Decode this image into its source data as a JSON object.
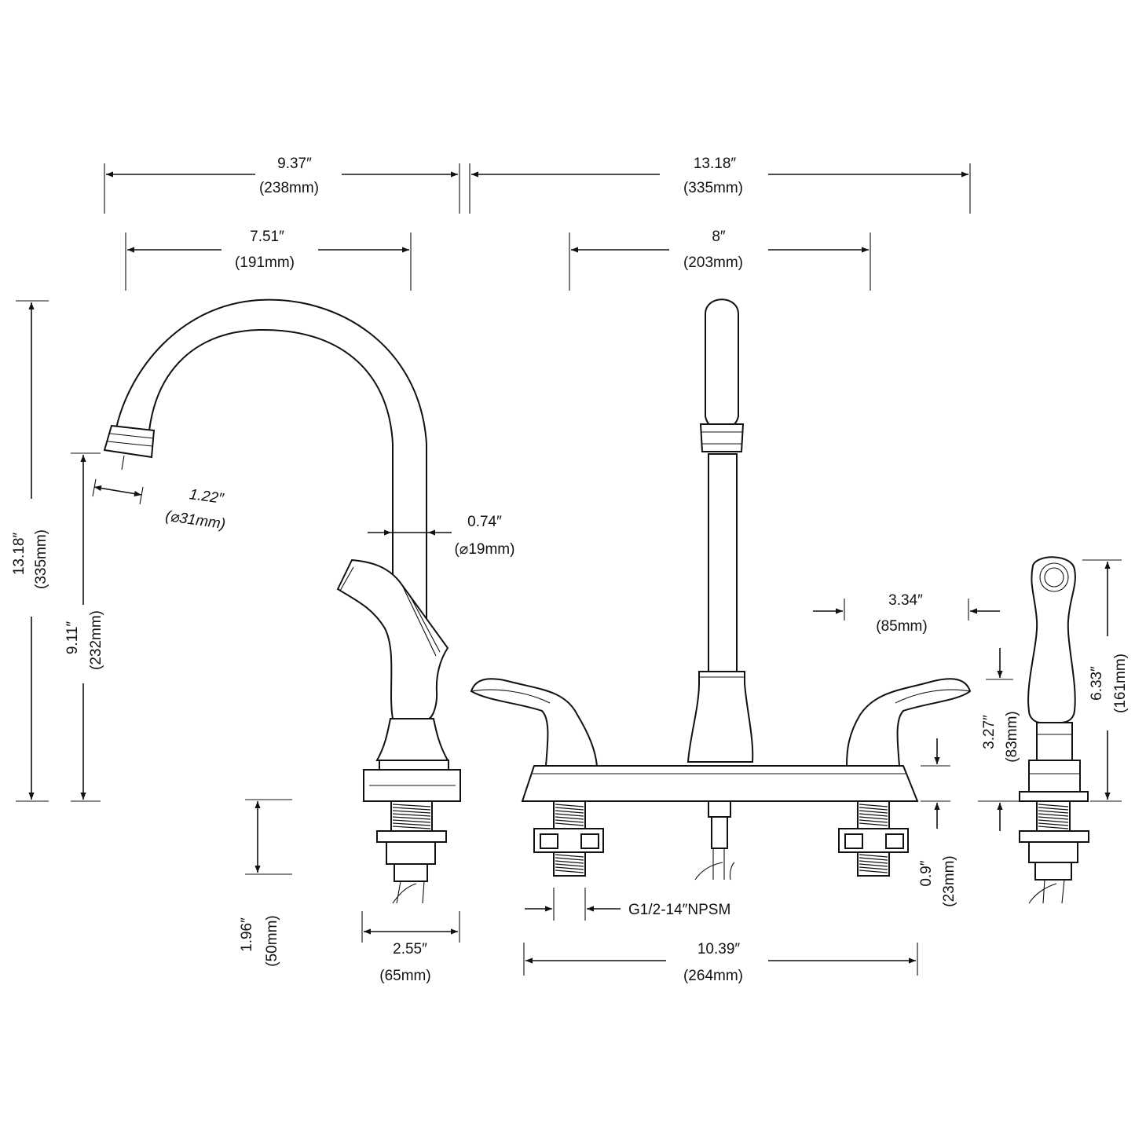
{
  "dimensions": {
    "spout_reach_total": {
      "inch": "9.37″",
      "mm": "(238mm)"
    },
    "spout_reach": {
      "inch": "7.51″",
      "mm": "(191mm)"
    },
    "overall_height": {
      "inch": "13.18″",
      "mm": "(335mm)"
    },
    "spout_height": {
      "inch": "9.11″",
      "mm": "(232mm)"
    },
    "aerator_diameter": {
      "inch": "1.22″",
      "mm": "(⌀31mm)"
    },
    "spout_tube_diameter": {
      "inch": "0.74″",
      "mm": "(⌀19mm)"
    },
    "shank_length": {
      "inch": "1.96″",
      "mm": "(50mm)"
    },
    "base_depth": {
      "inch": "2.55″",
      "mm": "(65mm)"
    },
    "front_height": {
      "inch": "13.18″",
      "mm": "(335mm)"
    },
    "center_spacing": {
      "inch": "8″",
      "mm": "(203mm)"
    },
    "handle_reach": {
      "inch": "3.34″",
      "mm": "(85mm)"
    },
    "thread_spec": "G1/2-14″NPSM",
    "deck_width": {
      "inch": "10.39″",
      "mm": "(264mm)"
    },
    "deck_height": {
      "inch": "0.9″",
      "mm": "(23mm)"
    },
    "sprayer_base_height": {
      "inch": "3.27″",
      "mm": "(83mm)"
    },
    "sprayer_height": {
      "inch": "6.33″",
      "mm": "(161mm)"
    }
  }
}
